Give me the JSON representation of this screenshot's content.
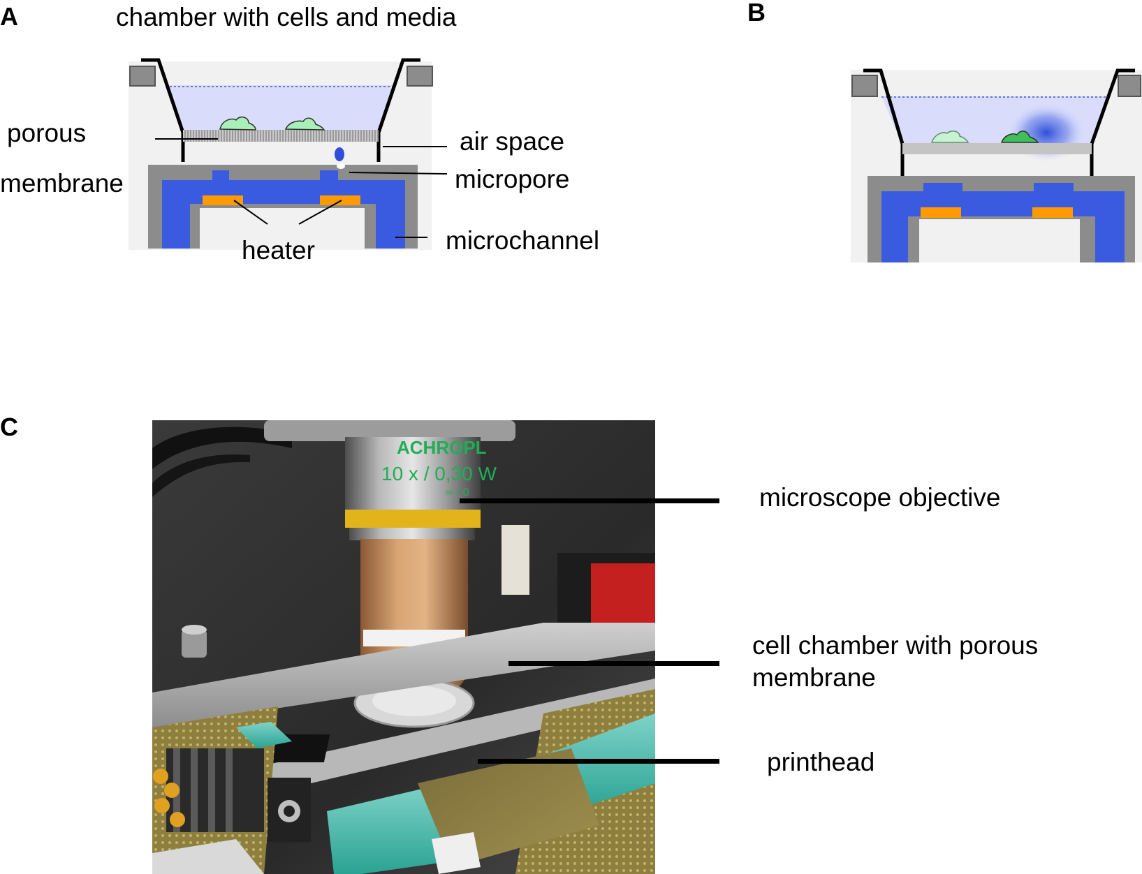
{
  "panels": {
    "a": "A",
    "b": "B",
    "c": "C"
  },
  "panel_a": {
    "title": "chamber with cells and media",
    "label_porous": "porous",
    "label_membrane": "membrane",
    "label_air_space": "air space",
    "label_micropore": "micropore",
    "label_heater": "heater",
    "label_microchannel": "microchannel"
  },
  "panel_c": {
    "objective_text_brand": "ACHROPL",
    "objective_text_mag": "10 x / 0,30 W",
    "objective_text_inf": "∞ / 0",
    "label_microscope_objective": "microscope objective",
    "label_cell_chamber_line1": "cell  chamber  with  porous",
    "label_cell_chamber_line2": "membrane",
    "label_printhead": "printhead"
  },
  "colors": {
    "chip_gray": "#8c8c8c",
    "channel_blue": "#3a5be0",
    "heater_orange": "#ff9a00",
    "media_lavender": "#d9dcfb",
    "cell_green": "#a8f0b8",
    "active_cell_green": "#3fbf5a",
    "droplet_blue": "#2f4fd8"
  }
}
